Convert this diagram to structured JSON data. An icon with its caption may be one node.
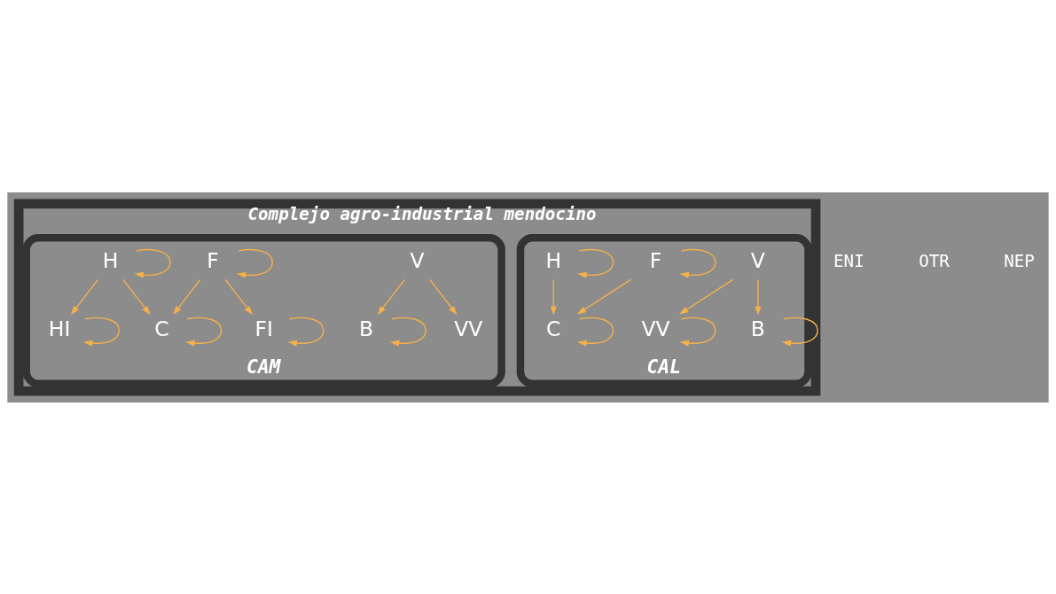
{
  "diagram": {
    "nodes": [
      {
        "text": [
          "Complejo agro-industrial mendocino"
        ]
      },
      {
        "text": [
          "CAL"
        ],
        "in": 0
      },
      {
        "text": [
          "V"
        ],
        "in": 1
      },
      {
        "text": [
          "VV"
        ],
        "in": 1
      },
      {
        "text": [
          "B"
        ],
        "in": 1
      },
      {
        "text": [
          "C"
        ],
        "in": 1
      },
      {
        "text": [
          "F"
        ],
        "in": 1
      },
      {
        "text": [
          "H"
        ],
        "in": 1
      },
      {
        "text": [
          "CAM"
        ],
        "in": 0
      },
      {
        "text": [
          "V"
        ],
        "in": 8
      },
      {
        "text": [
          "C"
        ],
        "in": 8
      },
      {
        "text": [
          "VV"
        ],
        "in": 8
      },
      {
        "text": [
          "B"
        ],
        "in": 8
      },
      {
        "text": [
          "HI"
        ],
        "in": 8
      },
      {
        "text": [
          "FI"
        ],
        "in": 8
      },
      {
        "text": [
          "F"
        ],
        "in": 8
      },
      {
        "text": [
          "H"
        ],
        "in": 8
      }
    ],
    "edges": [
      {
        "from": 2,
        "to": 3,
        "arrow": "to"
      },
      {
        "from": 2,
        "to": 4,
        "arrow": "to"
      },
      {
        "from": 6,
        "to": 5,
        "arrow": "to"
      },
      {
        "from": 7,
        "to": 5,
        "arrow": "to"
      },
      {
        "from": 3,
        "to": 3,
        "arrow": "to"
      },
      {
        "from": 4,
        "to": 4,
        "arrow": "to"
      },
      {
        "from": 5,
        "to": 5,
        "arrow": "to"
      },
      {
        "from": 6,
        "to": 6,
        "arrow": "to"
      },
      {
        "from": 7,
        "to": 7,
        "arrow": "to"
      },
      {
        "from": 9,
        "to": 11,
        "arrow": "to"
      },
      {
        "from": 9,
        "to": 12,
        "arrow": "to"
      },
      {
        "from": 15,
        "to": 10,
        "arrow": "to"
      },
      {
        "from": 15,
        "to": 14,
        "arrow": "to"
      },
      {
        "from": 16,
        "to": 10,
        "arrow": "to"
      },
      {
        "from": 16,
        "to": 13,
        "arrow": "to"
      },
      {
        "from": 10,
        "to": 10,
        "arrow": "to"
      },
      {
        "from": 12,
        "to": 12,
        "arrow": "to"
      },
      {
        "from": 13,
        "to": 13,
        "arrow": "to"
      },
      {
        "from": 14,
        "to": 14,
        "arrow": "to"
      },
      {
        "from": 15,
        "to": 15,
        "arrow": "to"
      },
      {
        "from": 16,
        "to": 16,
        "arrow": "to"
      }
    ],
    "labels": [
      "ENI",
      "OTR",
      "NEP"
    ]
  }
}
